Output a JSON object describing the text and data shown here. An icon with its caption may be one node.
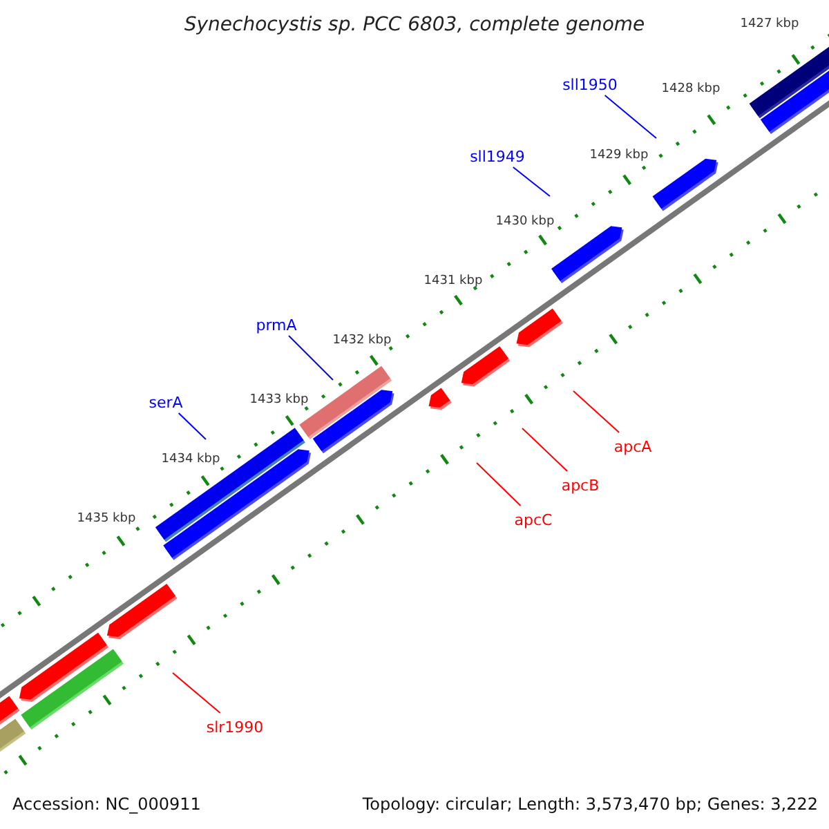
{
  "diagram": {
    "title": "Synechocystis sp. PCC 6803, complete genome",
    "nodes": [
      {
        "text": [
          "sll1950"
        ]
      },
      {
        "text": [
          "sll1949"
        ]
      },
      {
        "text": [
          "prmA"
        ]
      },
      {
        "text": [
          "serA"
        ]
      },
      {
        "text": [
          "apcA"
        ]
      },
      {
        "text": [
          "apcB"
        ]
      },
      {
        "text": [
          "apcC"
        ]
      },
      {
        "text": [
          "slr1990"
        ]
      }
    ],
    "edges": [
      {
        "from": 0,
        "to": null,
        "arrow": "none"
      },
      {
        "from": 1,
        "to": null,
        "arrow": "none"
      },
      {
        "from": 2,
        "to": null,
        "arrow": "none"
      },
      {
        "from": 3,
        "to": null,
        "arrow": "none"
      },
      {
        "from": 4,
        "to": null,
        "arrow": "none",
        "color": "#ff0000"
      },
      {
        "from": 5,
        "to": null,
        "arrow": "none",
        "color": "#ff0000"
      },
      {
        "from": 6,
        "to": null,
        "arrow": "none",
        "color": "#ff0000"
      },
      {
        "from": 7,
        "to": null,
        "arrow": "none",
        "color": "#ff0000"
      }
    ],
    "labels": [
      "1427 kbp",
      "1428 kbp",
      "1429 kbp",
      "1430 kbp",
      "1431 kbp",
      "1432 kbp",
      "1433 kbp",
      "1434 kbp",
      "1435 kbp",
      "Accession: NC_000911",
      "Topology: circular; Length: 3,573,470 bp; Genes: 3,222"
    ]
  }
}
